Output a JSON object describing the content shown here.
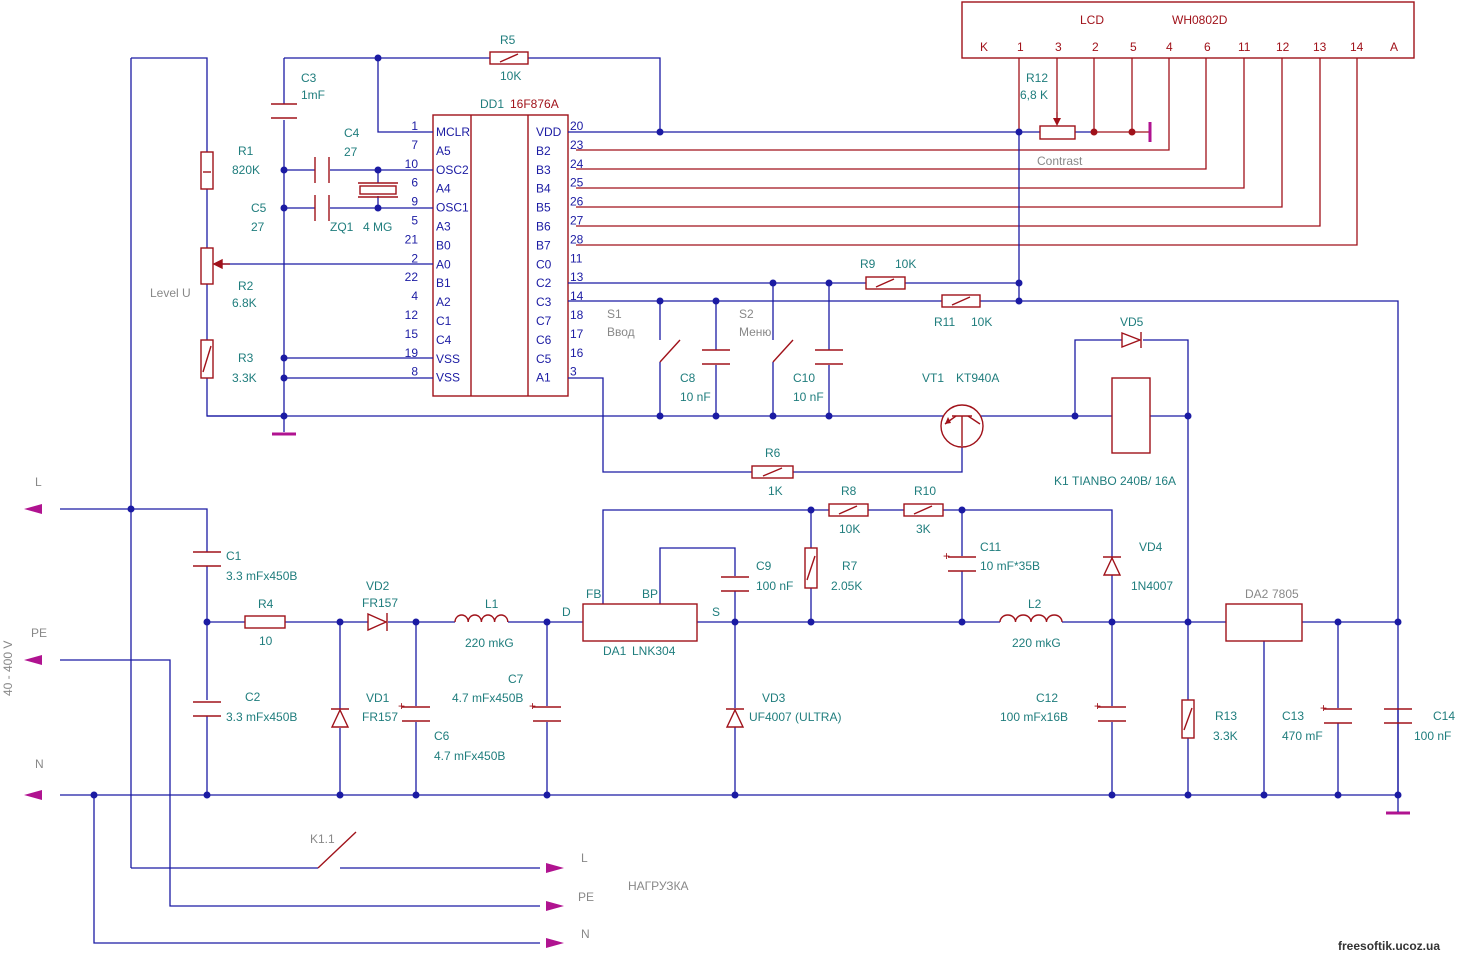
{
  "lcd": {
    "title_lcd": "LCD",
    "title_model": "WH0802D",
    "pins": [
      "K",
      "1",
      "3",
      "2",
      "5",
      "4",
      "6",
      "11",
      "12",
      "13",
      "14",
      "A"
    ]
  },
  "mcu": {
    "ref": "DD1",
    "part": "16F876A",
    "left_pins": [
      {
        "num": "1",
        "name": "MCLR"
      },
      {
        "num": "7",
        "name": "A5"
      },
      {
        "num": "10",
        "name": "OSC2"
      },
      {
        "num": "6",
        "name": "A4"
      },
      {
        "num": "9",
        "name": "OSC1"
      },
      {
        "num": "5",
        "name": "A3"
      },
      {
        "num": "21",
        "name": "B0"
      },
      {
        "num": "2",
        "name": "A0"
      },
      {
        "num": "22",
        "name": "B1"
      },
      {
        "num": "4",
        "name": "A2"
      },
      {
        "num": "12",
        "name": "C1"
      },
      {
        "num": "15",
        "name": "C4"
      },
      {
        "num": "19",
        "name": "VSS"
      },
      {
        "num": "8",
        "name": "VSS"
      }
    ],
    "right_pins": [
      {
        "num": "20",
        "name": "VDD"
      },
      {
        "num": "23",
        "name": "B2"
      },
      {
        "num": "24",
        "name": "B3"
      },
      {
        "num": "25",
        "name": "B4"
      },
      {
        "num": "26",
        "name": "B5"
      },
      {
        "num": "27",
        "name": "B6"
      },
      {
        "num": "28",
        "name": "B7"
      },
      {
        "num": "11",
        "name": "C0"
      },
      {
        "num": "13",
        "name": "C2"
      },
      {
        "num": "14",
        "name": "C3"
      },
      {
        "num": "18",
        "name": "C7"
      },
      {
        "num": "17",
        "name": "C6"
      },
      {
        "num": "16",
        "name": "C5"
      },
      {
        "num": "3",
        "name": "A1"
      }
    ]
  },
  "components": {
    "r5": {
      "ref": "R5",
      "val": "10K"
    },
    "c3": {
      "ref": "C3",
      "val": "1mF"
    },
    "c4": {
      "ref": "C4",
      "val": "27"
    },
    "c5": {
      "ref": "C5",
      "val": "27"
    },
    "zq1": {
      "ref": "ZQ1",
      "val": "4 MG"
    },
    "r1": {
      "ref": "R1",
      "val": "820K"
    },
    "r2": {
      "ref": "R2",
      "val": "6.8K",
      "label": "Level U"
    },
    "r3": {
      "ref": "R3",
      "val": "3.3K"
    },
    "r12": {
      "ref": "R12",
      "val": "6,8 K",
      "label": "Contrast"
    },
    "r9": {
      "ref": "R9",
      "val": "10K"
    },
    "r11": {
      "ref": "R11",
      "val": "10K"
    },
    "s1": {
      "ref": "S1",
      "label": "Ввод"
    },
    "s2": {
      "ref": "S2",
      "label": "Меню"
    },
    "c8": {
      "ref": "C8",
      "val": "10 nF"
    },
    "c10": {
      "ref": "C10",
      "val": "10 nF"
    },
    "vt1": {
      "ref": "VT1",
      "val": "KT940A"
    },
    "vd5": {
      "ref": "VD5"
    },
    "k1": {
      "ref": "K1",
      "val": "TIANBO 240B/ 16A"
    },
    "r6": {
      "ref": "R6",
      "val": "1K"
    },
    "r8": {
      "ref": "R8",
      "val": "10K"
    },
    "r10": {
      "ref": "R10",
      "val": "3K"
    },
    "r7": {
      "ref": "R7",
      "val": "2.05K"
    },
    "c9": {
      "ref": "C9",
      "val": "100 nF"
    },
    "c11": {
      "ref": "C11",
      "val": "10 mF*35B"
    },
    "vd4": {
      "ref": "VD4",
      "val": "1N4007"
    },
    "c1": {
      "ref": "C1",
      "val": "3.3 mFx450B"
    },
    "c2": {
      "ref": "C2",
      "val": "3.3 mFx450B"
    },
    "r4": {
      "ref": "R4",
      "val": "10"
    },
    "vd2": {
      "ref": "VD2",
      "val": "FR157"
    },
    "vd1": {
      "ref": "VD1",
      "val": "FR157"
    },
    "l1": {
      "ref": "L1",
      "val": "220 mkG"
    },
    "c6": {
      "ref": "C6",
      "val": "4.7 mFx450B"
    },
    "c7": {
      "ref": "C7",
      "val": "4.7 mFx450B"
    },
    "da1": {
      "ref": "DA1",
      "val": "LNK304",
      "pin_fb": "FB",
      "pin_bp": "BP",
      "pin_d": "D",
      "pin_s": "S"
    },
    "vd3": {
      "ref": "VD3",
      "val": "UF4007 (ULTRA)"
    },
    "l2": {
      "ref": "L2",
      "val": "220 mkG"
    },
    "c12": {
      "ref": "C12",
      "val": "100 mFx16B"
    },
    "da2": {
      "ref": "DA2",
      "val": "7805"
    },
    "r13": {
      "ref": "R13",
      "val": "3.3K"
    },
    "c13": {
      "ref": "C13",
      "val": "470 mF"
    },
    "c14": {
      "ref": "C14",
      "val": "100 nF"
    },
    "k11": {
      "ref": "K1.1"
    }
  },
  "terminals": {
    "in_l": "L",
    "in_pe": "PE",
    "in_n": "N",
    "voltage": "40 - 400 V",
    "out_l": "L",
    "out_pe": "PE",
    "out_n": "N",
    "load": "НАГРУЗКА"
  },
  "watermark": "freesoftik.ucoz.ua",
  "colors": {
    "wire": "#1b1ba3",
    "component": "#a0121a",
    "label": "#1f7d7d",
    "terminal": "#b01390"
  }
}
